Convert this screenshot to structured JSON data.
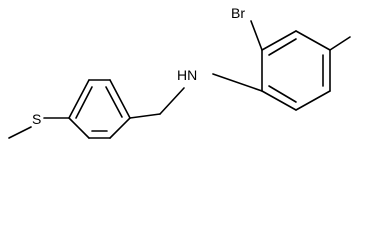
{
  "molecule": {
    "atom_labels": {
      "bromine": "Br",
      "amine": "HN",
      "sulfur": "S"
    },
    "colors": {
      "bond": "#000000",
      "label": "#000000",
      "background": "#ffffff"
    }
  }
}
